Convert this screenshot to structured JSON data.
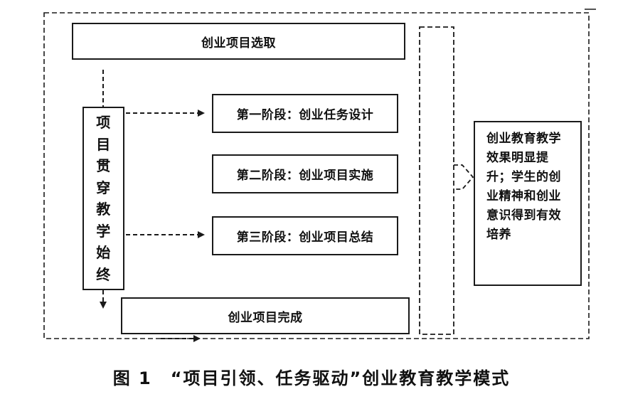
{
  "diagram": {
    "project_selection": "创业项目选取",
    "stage_1": "第一阶段：创业任务设计",
    "stage_2": "第二阶段：创业项目实施",
    "stage_3": "第三阶段：创业项目总结",
    "project_completion": "创业项目完成",
    "vertical_label_chars": [
      "项",
      "目",
      "贯",
      "穿",
      "教",
      "学",
      "始",
      "终"
    ],
    "outcome": "创业教育教学效果明显提升；学生的创业精神和创业意识得到有效培养"
  },
  "caption": {
    "figure_number": "图 1",
    "title": "“项目引领、任务驱动”创业教育教学模式"
  }
}
